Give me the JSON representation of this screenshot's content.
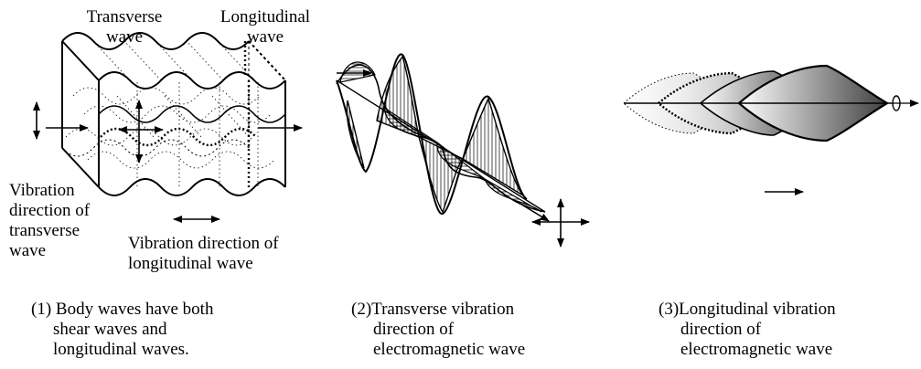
{
  "panel1": {
    "top_labels": {
      "transverse": [
        "Transverse",
        "wave"
      ],
      "longitudinal": [
        "Longitudinal",
        "wave"
      ]
    },
    "side_label": [
      "Vibration",
      "direction of",
      "transverse",
      "wave"
    ],
    "bottom_label": [
      "Vibration direction of",
      "longitudinal wave"
    ],
    "caption": [
      "(1) Body waves have both",
      "shear waves and",
      "longitudinal waves."
    ]
  },
  "panel2": {
    "caption": [
      "(2)Transverse vibration",
      "direction of",
      "electromagnetic wave"
    ]
  },
  "panel3": {
    "caption": [
      "(3)Longitudinal vibration",
      "direction of",
      "electromagnetic wave"
    ]
  }
}
